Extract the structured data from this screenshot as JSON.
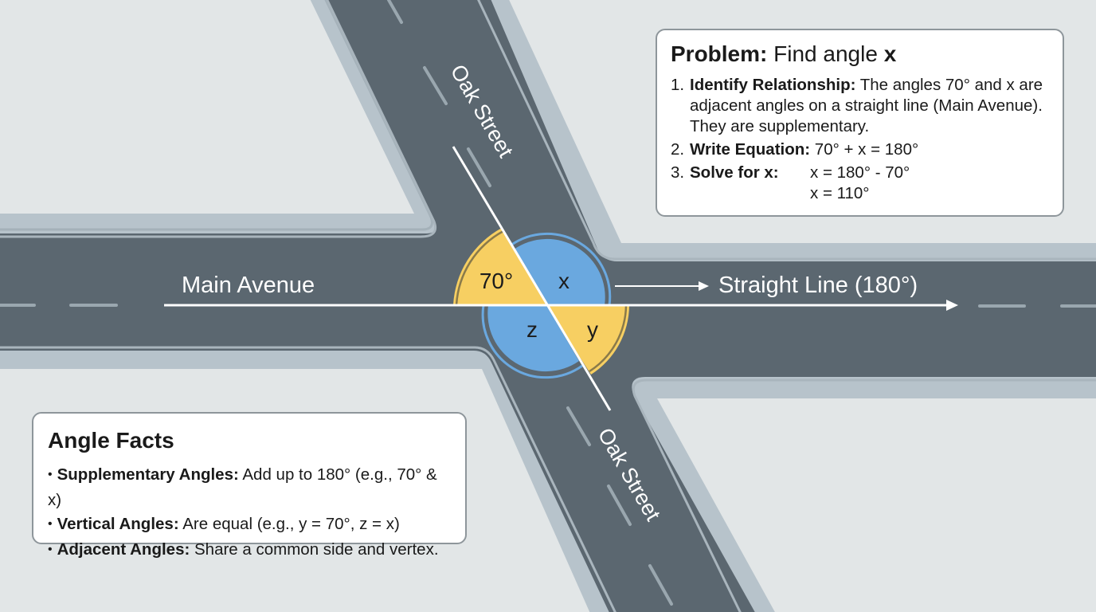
{
  "map": {
    "colors": {
      "background": "#e2e6e7",
      "asphalt": "#5b6770",
      "sidewalk": "#b7c3cb",
      "curb_line": "#55616a",
      "lane_dash": "#9aa7af",
      "angle_yellow": "#f7cf62",
      "angle_blue": "#6aa8df",
      "guide_white": "#ffffff"
    },
    "roads": {
      "horizontal_name": "Main Avenue",
      "diagonal_name_top": "Oak Street",
      "diagonal_name_bottom": "Oak Street"
    },
    "angles": {
      "top_left": "70°",
      "top_right": "x",
      "bottom_left": "z",
      "bottom_right": "y"
    },
    "straight_line_label": "Straight Line (180°)"
  },
  "problem": {
    "title_bold": "Problem:",
    "title_rest": " Find angle ",
    "title_var": "x",
    "steps": [
      {
        "num": "1.",
        "label": "Identify Relationship:",
        "text": " The angles 70° and x are adjacent angles on a straight line (Main Avenue). They are supplementary."
      },
      {
        "num": "2.",
        "label": "Write Equation:",
        "text": " 70° + x = 180°"
      },
      {
        "num": "3.",
        "label": "Solve for x:",
        "line1": "x = 180° - 70°",
        "line2": "x = 110°"
      }
    ]
  },
  "facts": {
    "title": "Angle Facts",
    "items": [
      {
        "label": "Supplementary Angles:",
        "text": " Add up to 180° (e.g., 70° & x)"
      },
      {
        "label": "Vertical Angles:",
        "text": " Are equal (e.g., y = 70°, z = x)"
      },
      {
        "label": "Adjacent Angles:",
        "text": " Share a common side and vertex."
      }
    ]
  }
}
